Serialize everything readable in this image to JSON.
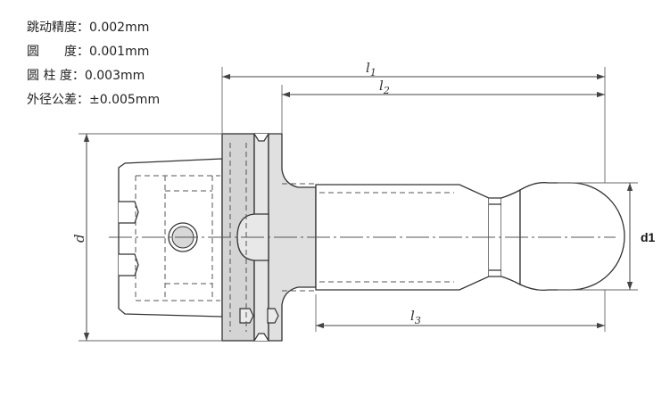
{
  "specs": [
    {
      "label": "跳动精度",
      "value": "0.002mm"
    },
    {
      "label": "圆　　度",
      "value": "0.001mm"
    },
    {
      "label": "圆 柱 度",
      "value": "0.003mm"
    },
    {
      "label": "外径公差",
      "value": "±0.005mm"
    }
  ],
  "separator": "：",
  "dimensions": {
    "l1": "l",
    "l1_sub": "1",
    "l2": "l",
    "l2_sub": "2",
    "l3": "l",
    "l3_sub": "3",
    "d": "d",
    "d1": "d1"
  }
}
